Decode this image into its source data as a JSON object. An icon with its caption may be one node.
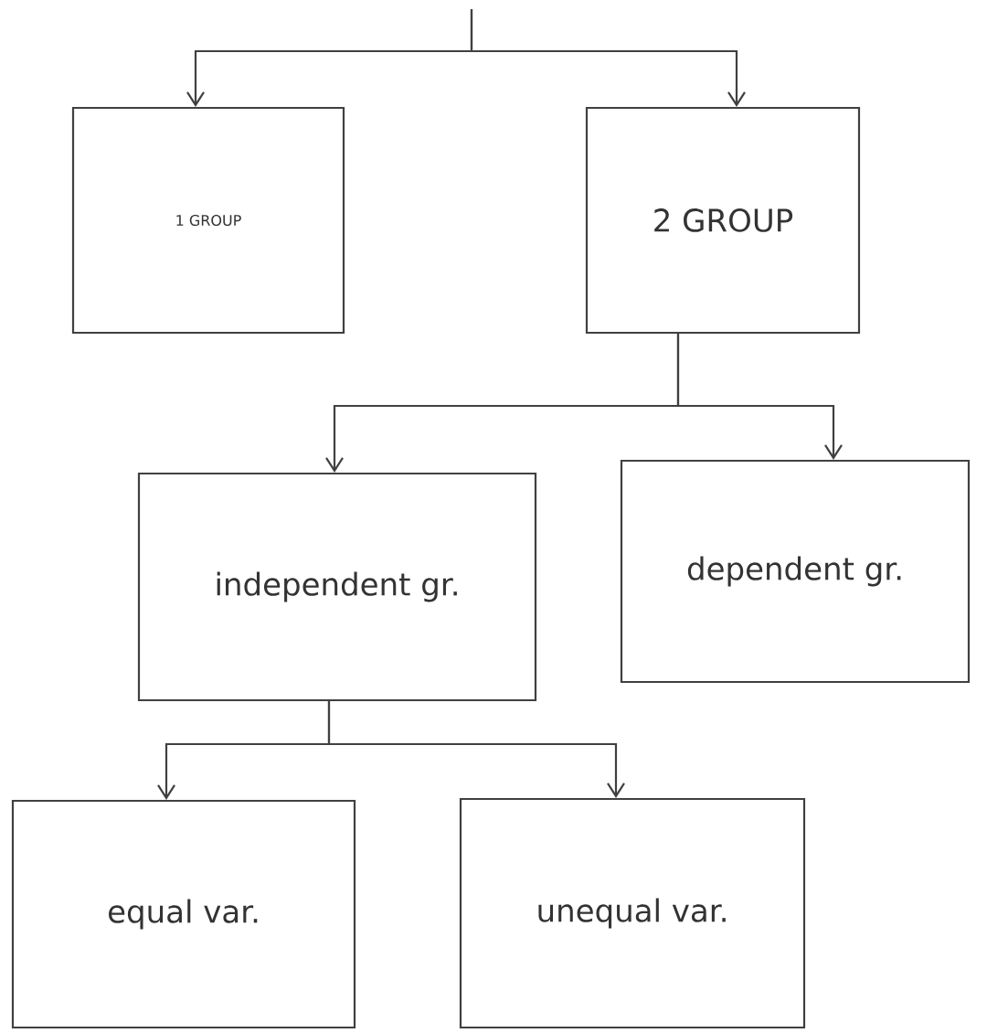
{
  "diagram": {
    "nodes": [
      {
        "text": [
          "1 GROUP"
        ]
      },
      {
        "text": [
          "2 GROUP"
        ]
      },
      {
        "text": [
          "independent gr."
        ]
      },
      {
        "text": [
          "dependent gr."
        ]
      },
      {
        "text": [
          "equal var."
        ]
      },
      {
        "text": [
          "unequal var."
        ]
      }
    ],
    "edges": [
      {
        "from": null,
        "to": 0,
        "arrow": "to"
      },
      {
        "from": null,
        "to": 1,
        "arrow": "to"
      },
      {
        "from": 1,
        "to": 2,
        "arrow": "to"
      },
      {
        "from": 1,
        "to": 3,
        "arrow": "to"
      },
      {
        "from": 2,
        "to": 4,
        "arrow": "to"
      },
      {
        "from": 2,
        "to": 5,
        "arrow": "to"
      }
    ]
  }
}
